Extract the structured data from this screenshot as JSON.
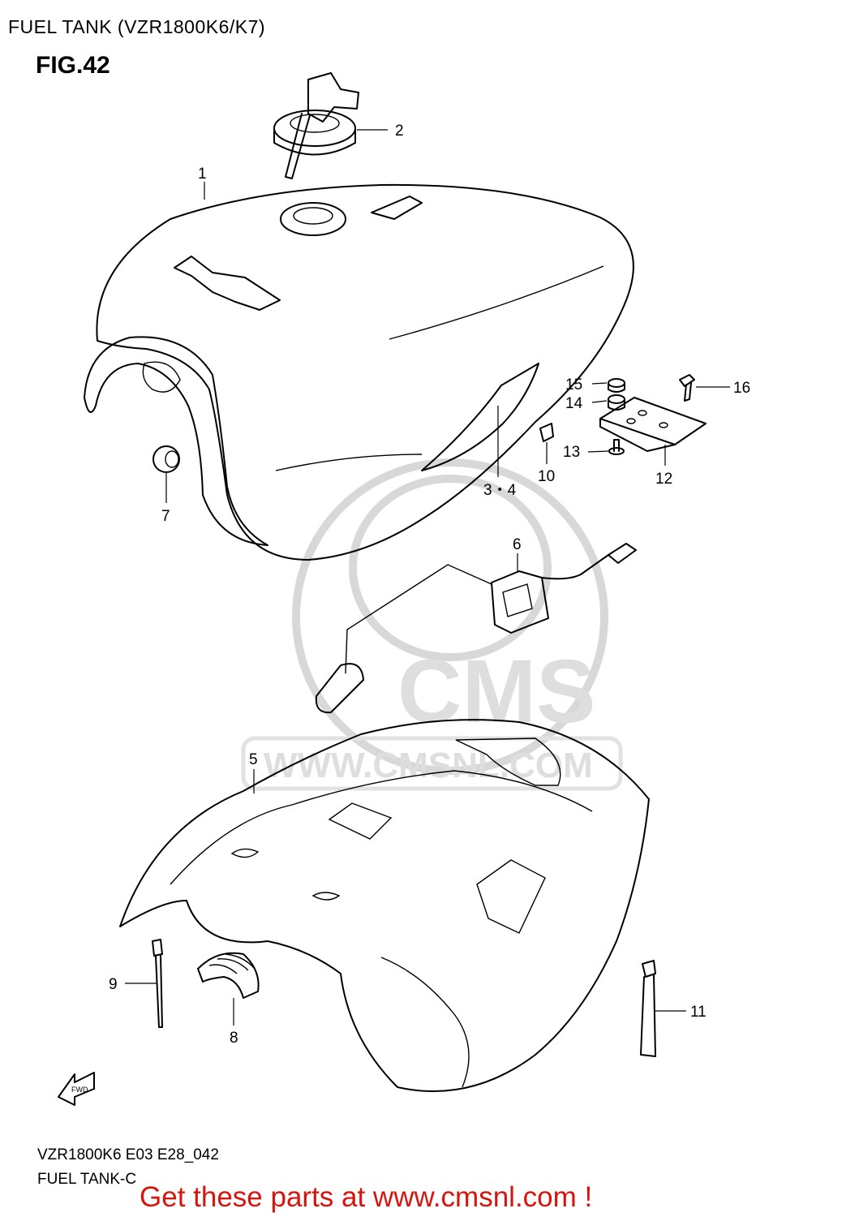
{
  "header": {
    "title": "FUEL TANK (VZR1800K6/K7)",
    "figure": "FIG.42"
  },
  "watermark": {
    "logo": "CMS",
    "url": "WWW.CMSNL.COM"
  },
  "callouts": {
    "p1": "1",
    "p2": "2",
    "p34": "3・4",
    "p5": "5",
    "p6": "6",
    "p7": "7",
    "p8": "8",
    "p9": "9",
    "p10": "10",
    "p11": "11",
    "p12": "12",
    "p13": "13",
    "p14": "14",
    "p15": "15",
    "p16": "16"
  },
  "fwd_arrow": "FWD",
  "footer": {
    "code": "VZR1800K6 E03 E28_042",
    "name": "FUEL TANK-C",
    "cta": "Get these parts at www.cmsnl.com !"
  },
  "colors": {
    "cta": "#d8140c",
    "line": "#000000",
    "watermark": "#d8d8d8"
  }
}
